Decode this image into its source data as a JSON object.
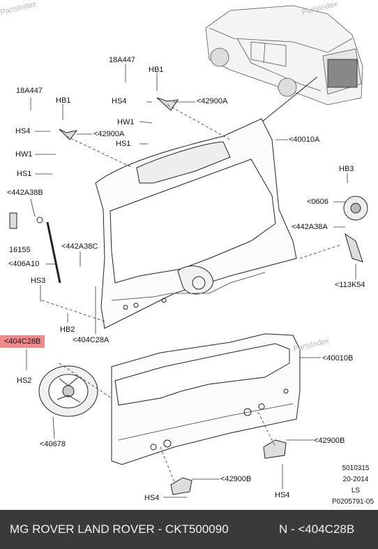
{
  "watermark": "PartsIndex",
  "labels": {
    "l18A447_a": "18A447",
    "lHB1_a": "HB1",
    "lHS4_a": "HS4",
    "l42900A_a": "<42900A",
    "lHW1_a": "HW1",
    "lHS1_a": "HS1",
    "l18A447_b": "18A447",
    "lHB1_b": "HB1",
    "lHS4_b": "HS4",
    "l42900A_b": "<42900A",
    "lHW1_b": "HW1",
    "lHS1_b": "HS1",
    "l40010A": "<40010A",
    "lHB3": "HB3",
    "l0606": "<0606",
    "l442A38A": "<442A38A",
    "l113K54": "<113K54",
    "l442A38B": "<442A38B",
    "l16155": "16155",
    "l406A10": "<406A10",
    "l442A38C": "<442A38C",
    "lHS3": "HS3",
    "lHB2": "HB2",
    "l404C28A": "<404C28A",
    "l404C28B": "<404C28B",
    "lHS2": "HS2",
    "l40678": "<40678",
    "l40010B": "<40010B",
    "l42900B_a": "<42900B",
    "l42900B_b": "<42900B",
    "lHS4_c": "HS4",
    "lHS4_d": "HS4"
  },
  "meta": {
    "line1": "5010315",
    "line2": "20-2014",
    "line3": "LS",
    "line4": "P0205791-05"
  },
  "footer": {
    "left": "MG ROVER LAND ROVER - CKT500090",
    "right": "N - <404C28B"
  }
}
